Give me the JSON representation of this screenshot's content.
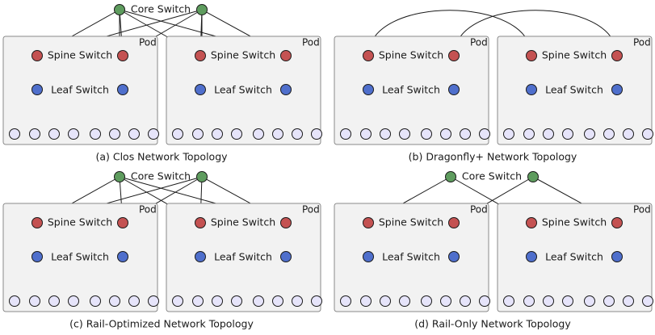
{
  "labels": {
    "core": "Core Switch",
    "spine": "Spine Switch",
    "leaf": "Leaf Switch",
    "pod": "Pod"
  },
  "colors": {
    "core": "#5e9c5e",
    "spine": "#c45252",
    "leaf": "#4f6fcc",
    "host": "#e6e4fa"
  },
  "diagrams": [
    {
      "id": "clos",
      "caption": "(a) Clos Network Topology"
    },
    {
      "id": "dragonfly",
      "caption": "(b) Dragonfly+ Network Topology"
    },
    {
      "id": "rail-optimized",
      "caption": "(c) Rail-Optimized Network Topology"
    },
    {
      "id": "rail-only",
      "caption": "(d) Rail-Only Network Topology"
    }
  ]
}
